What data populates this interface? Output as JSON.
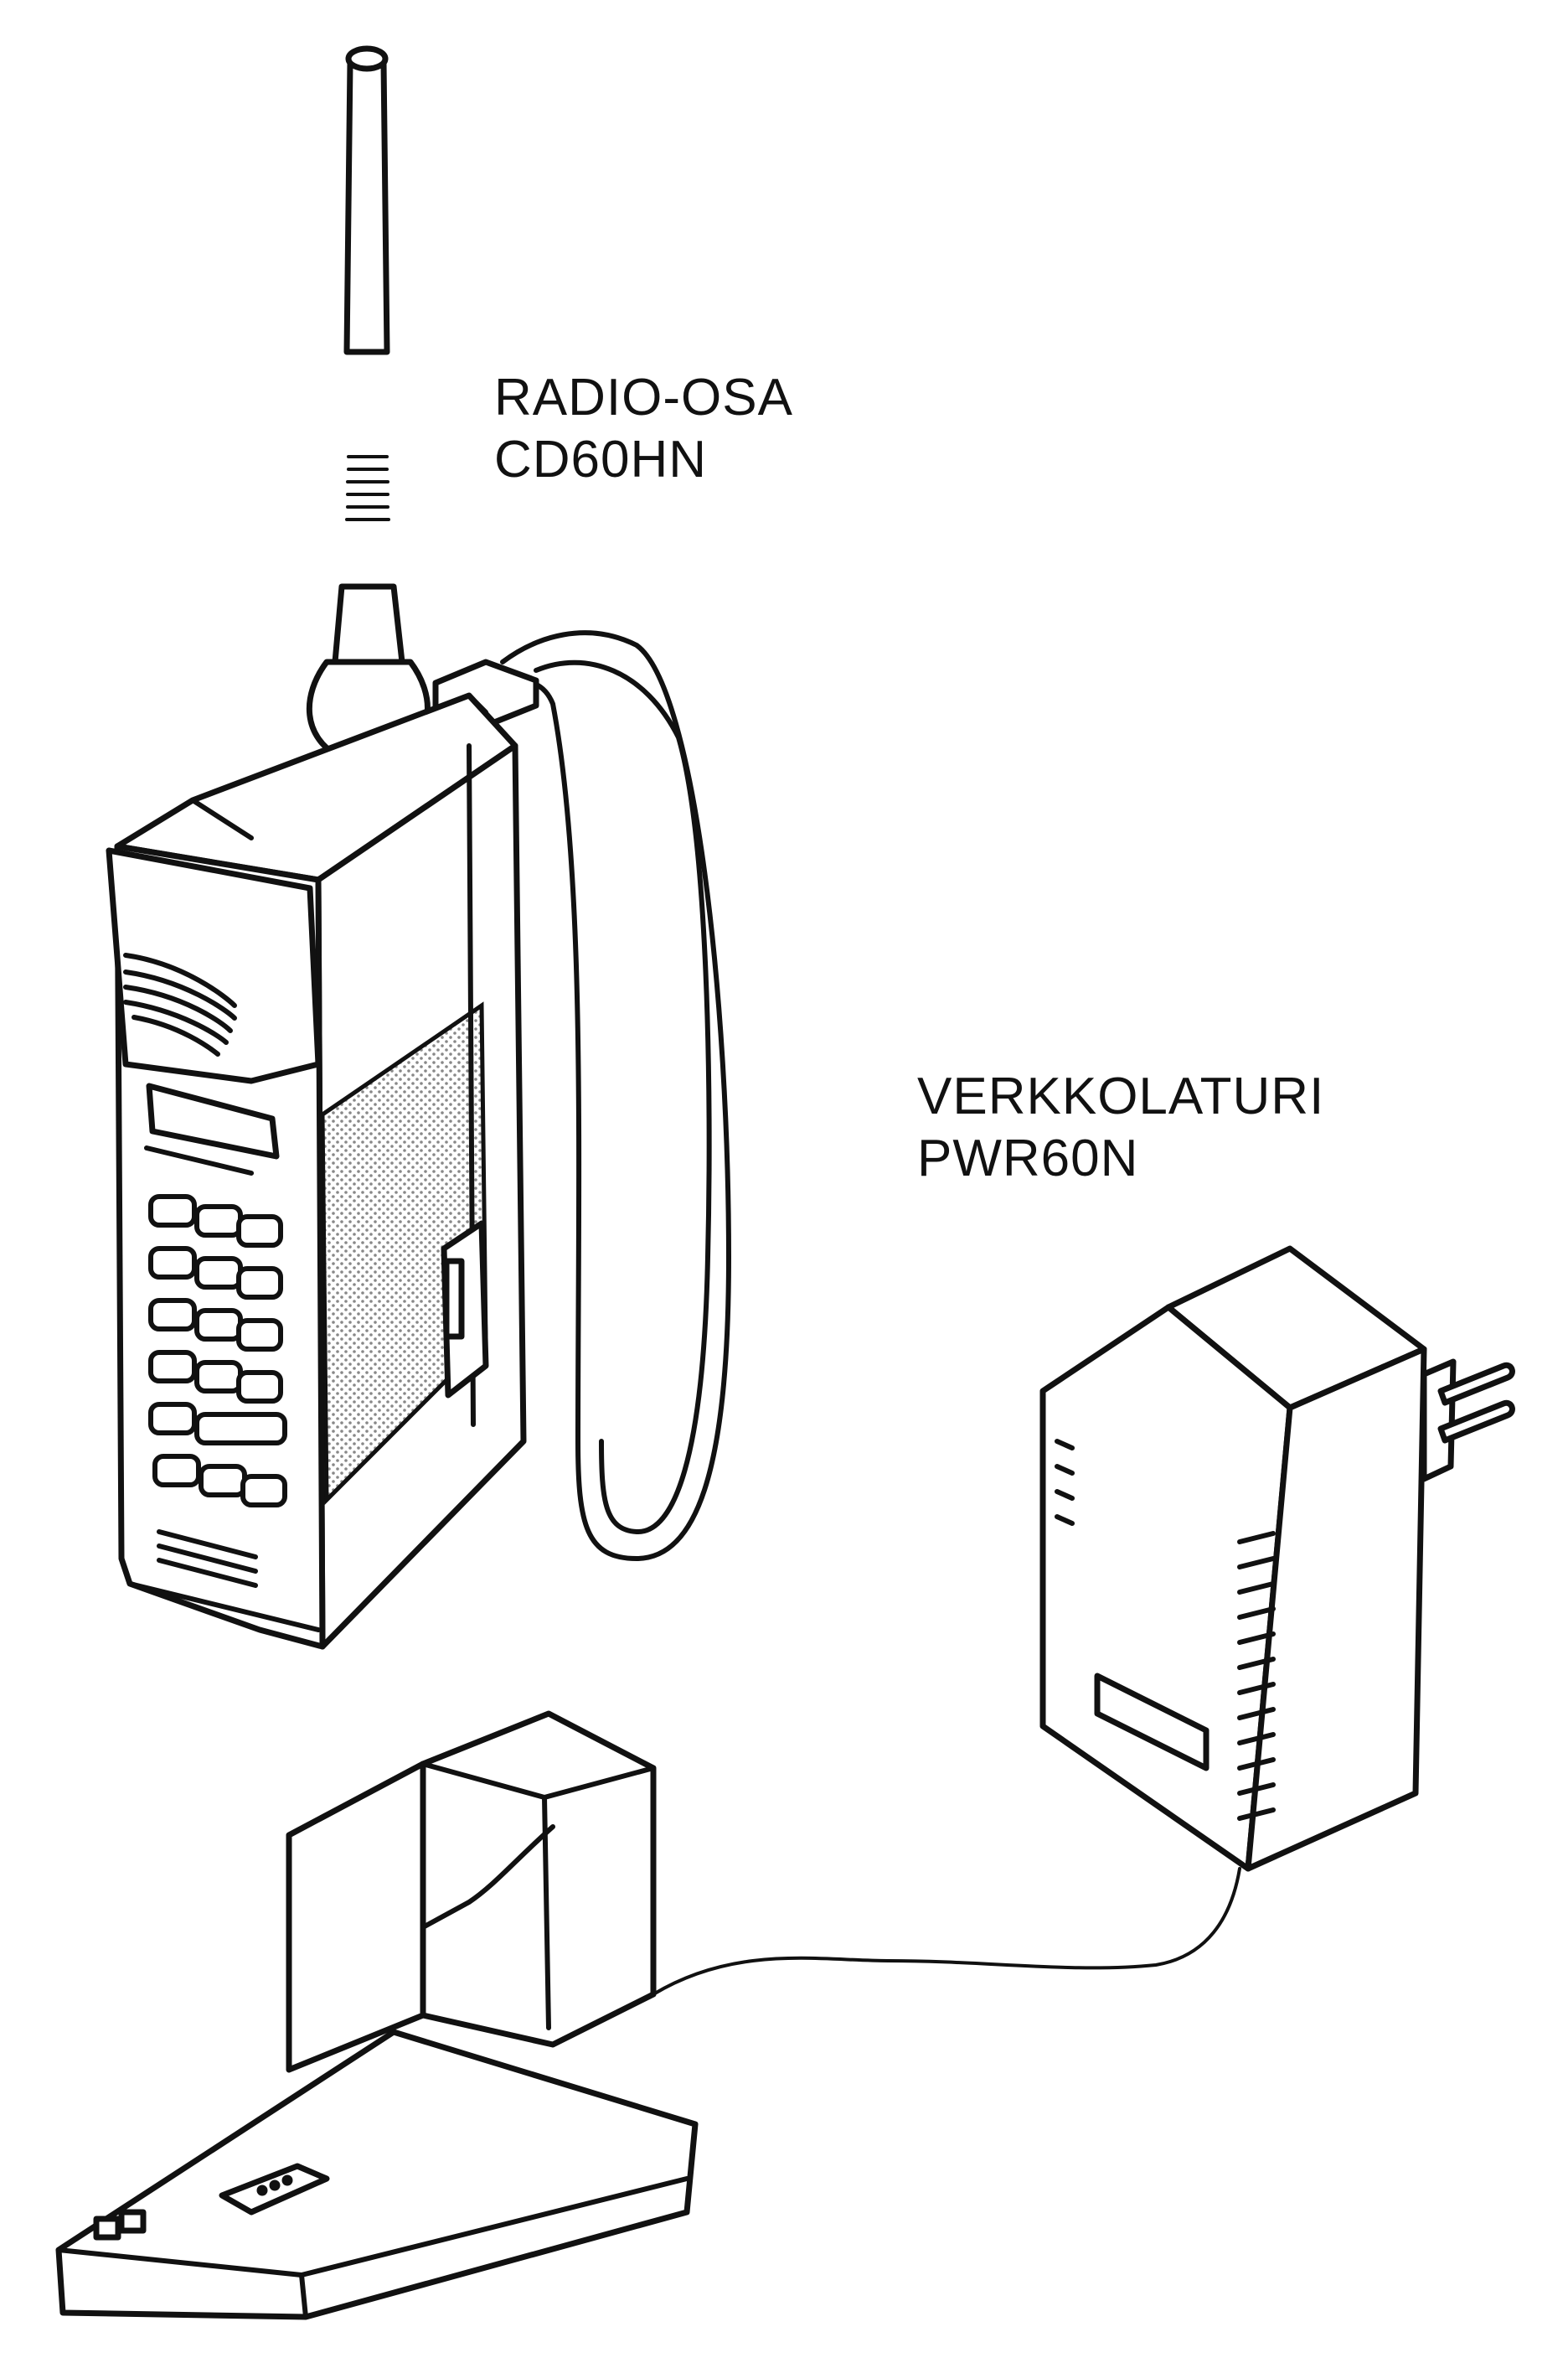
{
  "labels": {
    "radio_unit": [
      "RADIO-OSA",
      "CD60HN"
    ],
    "mains_charger": [
      "VERKKOLATURI",
      "PWR60N"
    ]
  },
  "colors": {
    "ink": "#111111",
    "paper": "#ffffff",
    "speaker_dots": "#888888"
  }
}
